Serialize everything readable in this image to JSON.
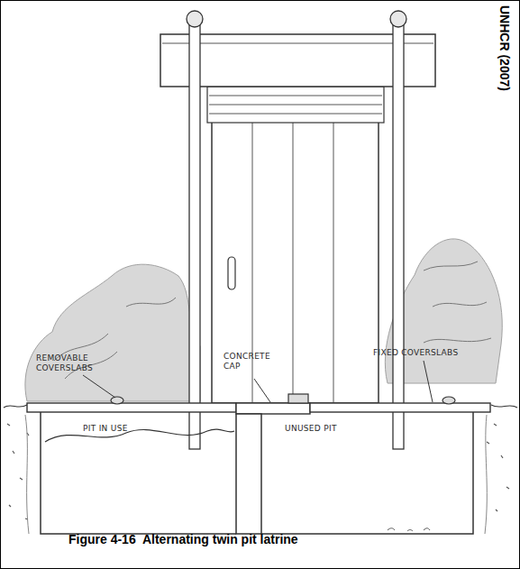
{
  "diagram": {
    "caption": "Figure 4-16  Alternating twin pit latrine",
    "labels": [
      "UNHCR (2007)",
      "REMOVABLE COVERSLABS",
      "CONCRETE CAP",
      "FIXED COVERSLABS",
      "PIT IN USE",
      "UNUSED PIT"
    ]
  }
}
